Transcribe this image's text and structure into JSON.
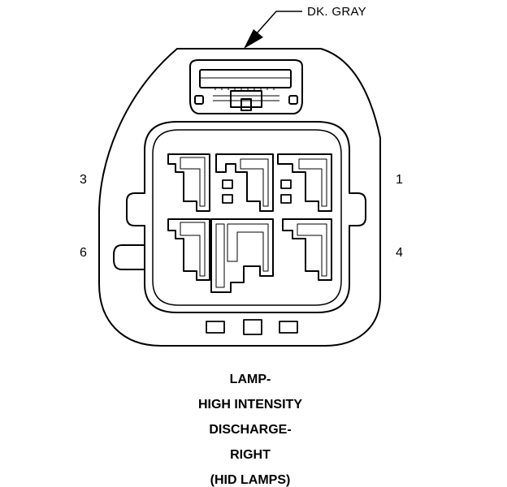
{
  "wire_color_label": "DK. GRAY",
  "pin_labels": {
    "pin_3": "3",
    "pin_1": "1",
    "pin_6": "6",
    "pin_4": "4"
  },
  "caption_lines": [
    "LAMP-",
    "HIGH INTENSITY",
    "DISCHARGE-",
    "RIGHT",
    "(HID LAMPS)"
  ],
  "colors": {
    "line": "#000000",
    "background": "#ffffff"
  }
}
